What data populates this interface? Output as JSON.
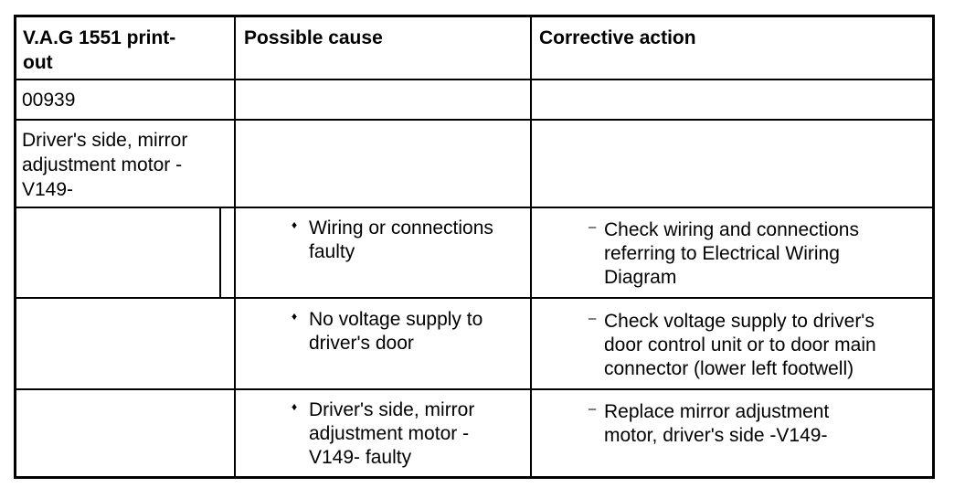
{
  "header": {
    "col1": [
      "V.A.G 1551 print-",
      "out"
    ],
    "col2": "Possible cause",
    "col3": "Corrective action"
  },
  "code_row": {
    "code": "00939"
  },
  "component_row": {
    "lines": [
      "Driver's side, mirror",
      "adjustment motor -",
      "V149-"
    ]
  },
  "fault_rows": [
    {
      "bullet": "♦",
      "cause_lines": [
        "Wiring or connections",
        "faulty"
      ],
      "dash": "–",
      "action_lines": [
        "Check wiring and connections",
        "referring to Electrical Wiring",
        "Diagram"
      ]
    },
    {
      "bullet": "♦",
      "cause_lines": [
        "No voltage supply to",
        "driver's door"
      ],
      "dash": "–",
      "action_lines": [
        "Check voltage supply to driver's",
        "door control unit or to door main",
        "connector (lower left footwell)"
      ]
    },
    {
      "bullet": "♦",
      "cause_lines": [
        "Driver's side, mirror",
        "adjustment motor -",
        "V149- faulty"
      ],
      "dash": "–",
      "action_lines": [
        "Replace mirror adjustment",
        "motor, driver's side -V149-"
      ]
    }
  ]
}
